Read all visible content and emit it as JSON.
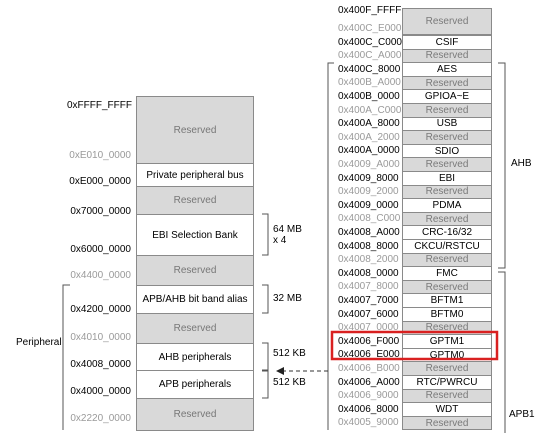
{
  "left": {
    "addresses": [
      {
        "text": "0xFFFF_FFFF",
        "grey": false
      },
      {
        "text": "0xE010_0000",
        "grey": true
      },
      {
        "text": "0xE000_0000",
        "grey": false
      },
      {
        "text": "0x7000_0000",
        "grey": false
      },
      {
        "text": "0x6000_0000",
        "grey": false
      },
      {
        "text": "0x4400_0000",
        "grey": true
      },
      {
        "text": "0x4200_0000",
        "grey": false
      },
      {
        "text": "0x4010_0000",
        "grey": true
      },
      {
        "text": "0x4008_0000",
        "grey": false
      },
      {
        "text": "0x4000_0000",
        "grey": false
      },
      {
        "text": "0x2220_0000",
        "grey": true
      }
    ],
    "blocks": [
      {
        "label": "Reserved",
        "reserved": true
      },
      {
        "label": "Private peripheral bus",
        "reserved": false
      },
      {
        "label": "Reserved",
        "reserved": true
      },
      {
        "label": "EBI Selection Bank",
        "reserved": false
      },
      {
        "label": "Reserved",
        "reserved": true
      },
      {
        "label": "APB/AHB bit band alias",
        "reserved": false
      },
      {
        "label": "Reserved",
        "reserved": true
      },
      {
        "label": "AHB peripherals",
        "reserved": false
      },
      {
        "label": "APB peripherals",
        "reserved": false
      },
      {
        "label": "Reserved",
        "reserved": true
      }
    ],
    "ebi_size_line1": "64 MB",
    "ebi_size_line2": "x 4",
    "bitband_size": "32 MB",
    "ahb_size": "512 KB",
    "apb_size": "512 KB",
    "peripheral_label": "Peripheral"
  },
  "right": {
    "rows": [
      {
        "addr": "0x400F_FFFF",
        "grey": false,
        "label": "",
        "reserved": true
      },
      {
        "addr": "0x400C_E000",
        "grey": true,
        "label": "Reserved",
        "reserved": true
      },
      {
        "addr": "0x400C_C000",
        "grey": false,
        "label": "CSIF",
        "reserved": false
      },
      {
        "addr": "0x400C_A000",
        "grey": true,
        "label": "Reserved",
        "reserved": true
      },
      {
        "addr": "0x400C_8000",
        "grey": false,
        "label": "AES",
        "reserved": false
      },
      {
        "addr": "0x400B_A000",
        "grey": true,
        "label": "Reserved",
        "reserved": true
      },
      {
        "addr": "0x400B_0000",
        "grey": false,
        "label": "GPIOA~E",
        "reserved": false
      },
      {
        "addr": "0x400A_C000",
        "grey": true,
        "label": "Reserved",
        "reserved": true
      },
      {
        "addr": "0x400A_8000",
        "grey": false,
        "label": "USB",
        "reserved": false
      },
      {
        "addr": "0x400A_2000",
        "grey": true,
        "label": "Reserved",
        "reserved": true
      },
      {
        "addr": "0x400A_0000",
        "grey": false,
        "label": "SDIO",
        "reserved": false
      },
      {
        "addr": "0x4009_A000",
        "grey": true,
        "label": "Reserved",
        "reserved": true
      },
      {
        "addr": "0x4009_8000",
        "grey": false,
        "label": "EBI",
        "reserved": false
      },
      {
        "addr": "0x4009_2000",
        "grey": true,
        "label": "Reserved",
        "reserved": true
      },
      {
        "addr": "0x4009_0000",
        "grey": false,
        "label": "PDMA",
        "reserved": false
      },
      {
        "addr": "0x4008_C000",
        "grey": true,
        "label": "Reserved",
        "reserved": true
      },
      {
        "addr": "0x4008_A000",
        "grey": false,
        "label": "CRC-16/32",
        "reserved": false
      },
      {
        "addr": "0x4008_8000",
        "grey": false,
        "label": "CKCU/RSTCU",
        "reserved": false
      },
      {
        "addr": "0x4008_2000",
        "grey": true,
        "label": "Reserved",
        "reserved": true
      },
      {
        "addr": "0x4008_0000",
        "grey": false,
        "label": "FMC",
        "reserved": false
      },
      {
        "addr": "0x4007_8000",
        "grey": true,
        "label": "Reserved",
        "reserved": true
      },
      {
        "addr": "0x4007_7000",
        "grey": false,
        "label": "BFTM1",
        "reserved": false
      },
      {
        "addr": "0x4007_6000",
        "grey": false,
        "label": "BFTM0",
        "reserved": false
      },
      {
        "addr": "0x4007_0000",
        "grey": true,
        "label": "Reserved",
        "reserved": true
      },
      {
        "addr": "0x4006_F000",
        "grey": false,
        "label": "GPTM1",
        "reserved": false
      },
      {
        "addr": "0x4006_E000",
        "grey": false,
        "label": "GPTM0",
        "reserved": false
      },
      {
        "addr": "0x4006_B000",
        "grey": true,
        "label": "Reserved",
        "reserved": true
      },
      {
        "addr": "0x4006_A000",
        "grey": false,
        "label": "RTC/PWRCU",
        "reserved": false
      },
      {
        "addr": "0x4006_9000",
        "grey": true,
        "label": "Reserved",
        "reserved": true
      },
      {
        "addr": "0x4006_8000",
        "grey": false,
        "label": "WDT",
        "reserved": false
      },
      {
        "addr": "0x4005_9000",
        "grey": true,
        "label": "Reserved",
        "reserved": true
      }
    ],
    "first_reserved_label": "Reserved",
    "ahb_label": "AHB",
    "apb_label": "APB1"
  },
  "colors": {
    "highlight": "#d92020",
    "reserved_fill": "#d9d9d9",
    "border": "#8a8a8a",
    "grey_text": "#9a9a9a"
  }
}
